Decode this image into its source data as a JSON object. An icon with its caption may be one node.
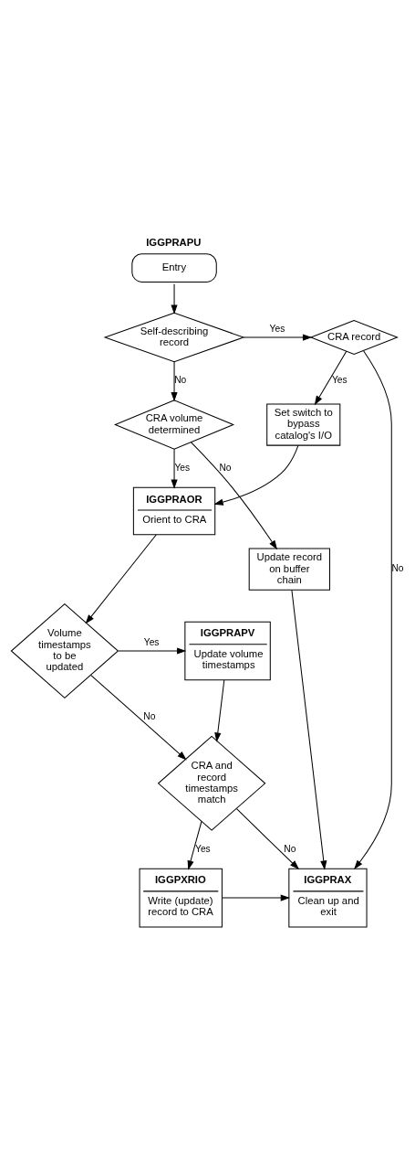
{
  "diagram": {
    "nodes": [
      {
        "text": [
          "Entry"
        ],
        "beside": [
          "IGGPRAPU"
        ]
      },
      {
        "text": [
          "Self-describing record"
        ]
      },
      {
        "text": [
          "CRA record"
        ]
      },
      {
        "text": [
          "CRA volume determined"
        ]
      },
      {
        "text": [
          "Set switch to bypass catalog's I/O"
        ]
      },
      {
        "text": [
          "Update record on buffer chain"
        ]
      },
      {
        "text": [
          "IGGPRAOR",
          "Orient to CRA"
        ]
      },
      {
        "text": [
          "Volume timestamps to be updated"
        ]
      },
      {
        "text": [
          "IGGPRAPV",
          "Update volume timestamps"
        ]
      },
      {
        "text": [
          "CRA and record timestamps match"
        ]
      },
      {
        "text": [
          "IGGPXRIO",
          "Write (update) record to CRA"
        ]
      },
      {
        "text": [
          "IGGPRAX",
          "Clean up and exit"
        ]
      }
    ],
    "edges": [
      {
        "from": 0,
        "to": 1,
        "arrow": "to"
      },
      {
        "from": 1,
        "to": 2,
        "arrow": "to",
        "label": "Yes"
      },
      {
        "from": 1,
        "to": 3,
        "arrow": "to",
        "label": "No"
      },
      {
        "from": 2,
        "to": 11,
        "arrow": "to",
        "label": "No"
      },
      {
        "from": 2,
        "to": 4,
        "arrow": "to",
        "label": "Yes"
      },
      {
        "from": 3,
        "to": 6,
        "arrow": "to",
        "label": "Yes"
      },
      {
        "from": 3,
        "to": 5,
        "arrow": "to",
        "label": "No"
      },
      {
        "from": 5,
        "to": 11,
        "arrow": "to"
      },
      {
        "from": 4,
        "to": 6,
        "arrow": "to"
      },
      {
        "from": 6,
        "to": 7,
        "arrow": "to"
      },
      {
        "from": 7,
        "to": 8,
        "arrow": "to",
        "label": "Yes"
      },
      {
        "from": 7,
        "to": 9,
        "arrow": "to",
        "label": "No"
      },
      {
        "from": 8,
        "to": 9,
        "arrow": "to"
      },
      {
        "from": 9,
        "to": 11,
        "arrow": "to",
        "label": "No"
      },
      {
        "from": 9,
        "to": 10,
        "arrow": "to",
        "label": "Yes"
      },
      {
        "from": 10,
        "to": 11,
        "arrow": "to"
      }
    ]
  }
}
